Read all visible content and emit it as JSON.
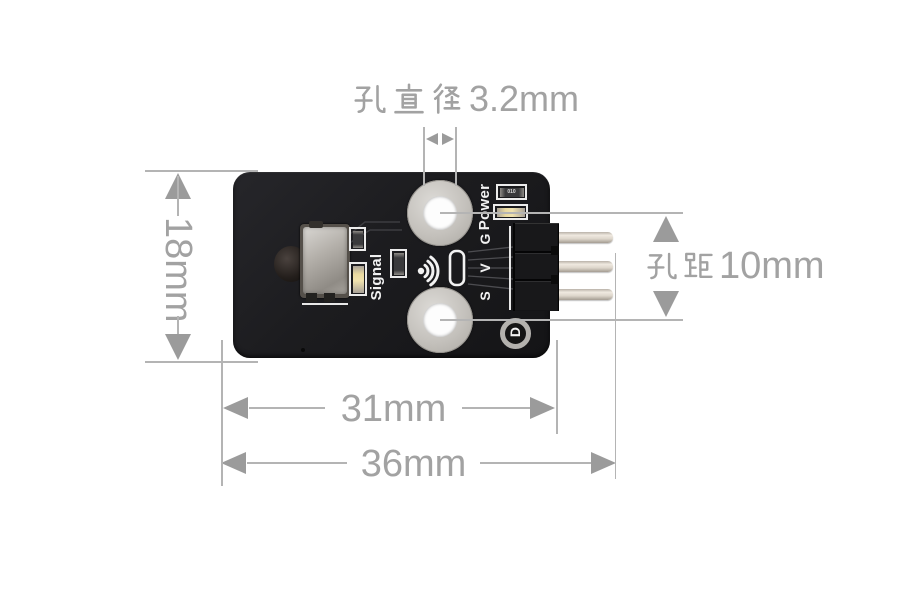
{
  "diagram": {
    "background": "#ffffff",
    "annotation_color": "#a2a2a2",
    "line_color": "#b4b4b4"
  },
  "dimensions": {
    "hole_diameter": {
      "label": "孔直径3.2mm",
      "cjk_prefix": "孔直径",
      "value": "3.2mm"
    },
    "board_height": {
      "label": "18mm",
      "value": "18mm"
    },
    "hole_spacing": {
      "label": "孔距10mm",
      "cjk_prefix": "孔距",
      "value": "10mm"
    },
    "pcb_width": {
      "label": "31mm",
      "value": "31mm"
    },
    "total_width": {
      "label": "36mm",
      "value": "36mm"
    }
  },
  "board": {
    "type": "IR receiver sensor module PCB",
    "silkscreen": {
      "power_label": "Power",
      "signal_label": "Signal",
      "pin_labels": [
        "G",
        "V",
        "S"
      ],
      "resistor_marking": "010"
    },
    "logo": "D",
    "colors": {
      "pcb": "#1c1c1f",
      "silkscreen": "#f2f2f2",
      "pin_metal": "#ddd6cb",
      "hole_ring": "#c4c1bc",
      "led": "#f0e2ae"
    }
  }
}
